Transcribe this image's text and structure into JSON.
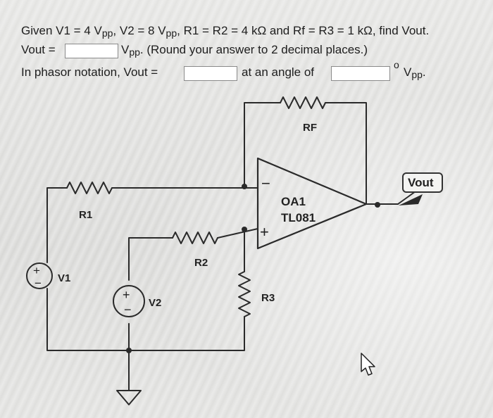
{
  "question": {
    "line1_given": "Given V1 = 4 V",
    "line1_pp1": "pp",
    "line1_v2": ", V2 = 8 V",
    "line1_pp2": "pp",
    "line1_rest": ", R1 = R2 = 4 kΩ and Rf = R3 = 1 kΩ, find Vout.",
    "vout_label": "Vout =",
    "vout_unit_v": "V",
    "vout_unit_pp": "pp",
    "vout_note": ". (Round your answer to 2 decimal places.)",
    "phasor_label": "In phasor notation, Vout =",
    "angle_label": "at an angle of",
    "degree_symbol": "o",
    "angle_unit_v": "V",
    "angle_unit_pp": "pp",
    "angle_unit_end": ".",
    "vout_input_value": "",
    "phasor_mag_input_value": "",
    "phasor_angle_input_value": ""
  },
  "circuit": {
    "rf_label": "RF",
    "r1_label": "R1",
    "r2_label": "R2",
    "r3_label": "R3",
    "v1_label": "V1",
    "v2_label": "V2",
    "opamp_name": "OA1",
    "opamp_model": "TL081",
    "minus_sign": "−",
    "plus_sign": "+",
    "source_plus": "+",
    "source_minus": "−",
    "vout_tag": "Vout"
  }
}
